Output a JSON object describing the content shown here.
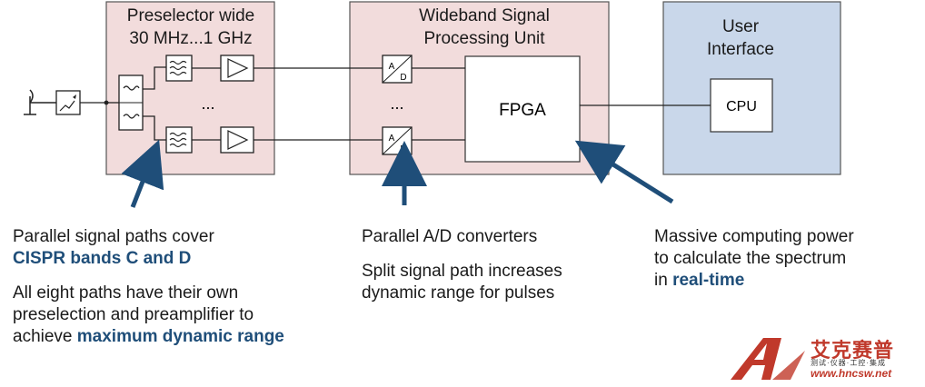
{
  "blocks": {
    "preselector": {
      "title_line1": "Preselector wide",
      "title_line2": "30 MHz...1 GHz"
    },
    "dsp": {
      "title_line1": "Wideband Signal",
      "title_line2": "Processing Unit",
      "fpga": "FPGA"
    },
    "ui": {
      "title_line1": "User",
      "title_line2": "Interface",
      "cpu": "CPU"
    },
    "adc_top": "A/D",
    "adc_bottom": "A/D",
    "ellipsis": "..."
  },
  "captions": {
    "left": {
      "line1": "Parallel signal paths cover",
      "line2": "CISPR bands C and D",
      "line3": "All eight paths have their own",
      "line4": "preselection and preamplifier to",
      "line5_plain": "achieve ",
      "line5_bold": "maximum dynamic range"
    },
    "middle": {
      "line1": "Parallel A/D converters",
      "line2": "Split signal path increases",
      "line3": "dynamic range for pulses"
    },
    "right": {
      "line1": "Massive computing power",
      "line2": "to calculate the spectrum",
      "line3_plain": "in ",
      "line3_bold": "real-time"
    }
  },
  "logo": {
    "name_cn": "艾克赛普",
    "tagline": "测试·仪器·工控·集成",
    "url": "www.hncsw.net"
  },
  "colors": {
    "preselector_fill": "#f2dcdc",
    "ui_fill": "#c9d7ea",
    "arrow": "#1f4e79",
    "highlight_text": "#1f4e79"
  }
}
